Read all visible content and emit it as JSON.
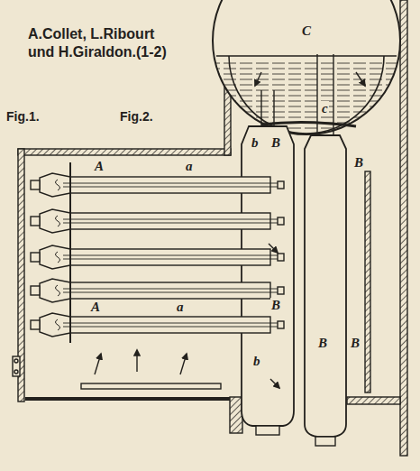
{
  "diagram": {
    "title": "A.Collet, L.Ribourt und H.Giraldon.(1-2)",
    "labels": [
      "Fig.1.",
      "Fig.2.",
      "C",
      "c",
      "A",
      "a",
      "A",
      "a",
      "b",
      "B",
      "B",
      "B",
      "b",
      "B",
      "B"
    ]
  }
}
